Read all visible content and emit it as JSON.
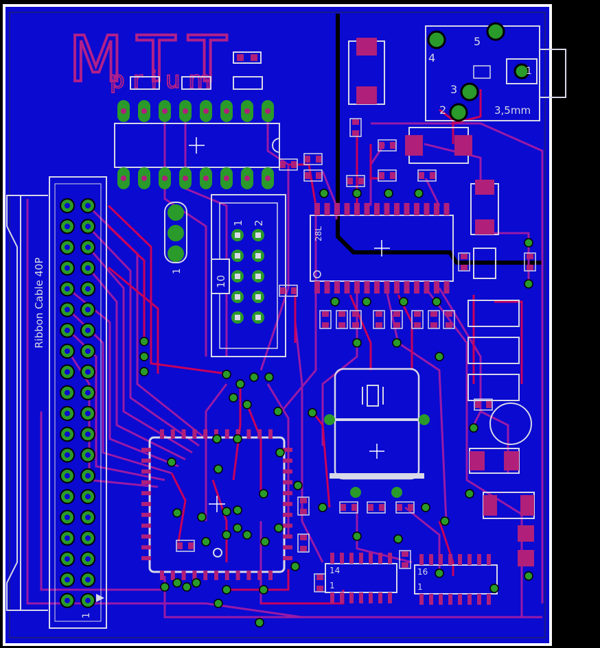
{
  "colors": {
    "background": "#000000",
    "board": "#0a0ad0",
    "outline": "#ffffff",
    "silk": "#d8d8e8",
    "trace_top": "#c8005a",
    "trace_bottom": "#9a1aa6",
    "pad_green": "#2a9a2a",
    "pad_smd": "#b0207a",
    "logo": "#b0208a"
  },
  "labels": {
    "logo_main": "MTT",
    "logo_sub": "prium",
    "ribbon": "Ribbon Cable 40P",
    "header_pin1": "1",
    "header_pin2": "2",
    "header_box": "10",
    "jack_size": "3,5mm",
    "jack_pin4": "4",
    "jack_pin5": "5",
    "jack_pin3": "3",
    "jack_pin2": "2",
    "jack_pin1": "1",
    "chip_28l": "28L",
    "ic14_top": "14",
    "ic14_bottom": "1",
    "ic16_top": "16",
    "ic16_bottom": "1",
    "connector_pin1": "1",
    "jumper_pin1": "1"
  }
}
